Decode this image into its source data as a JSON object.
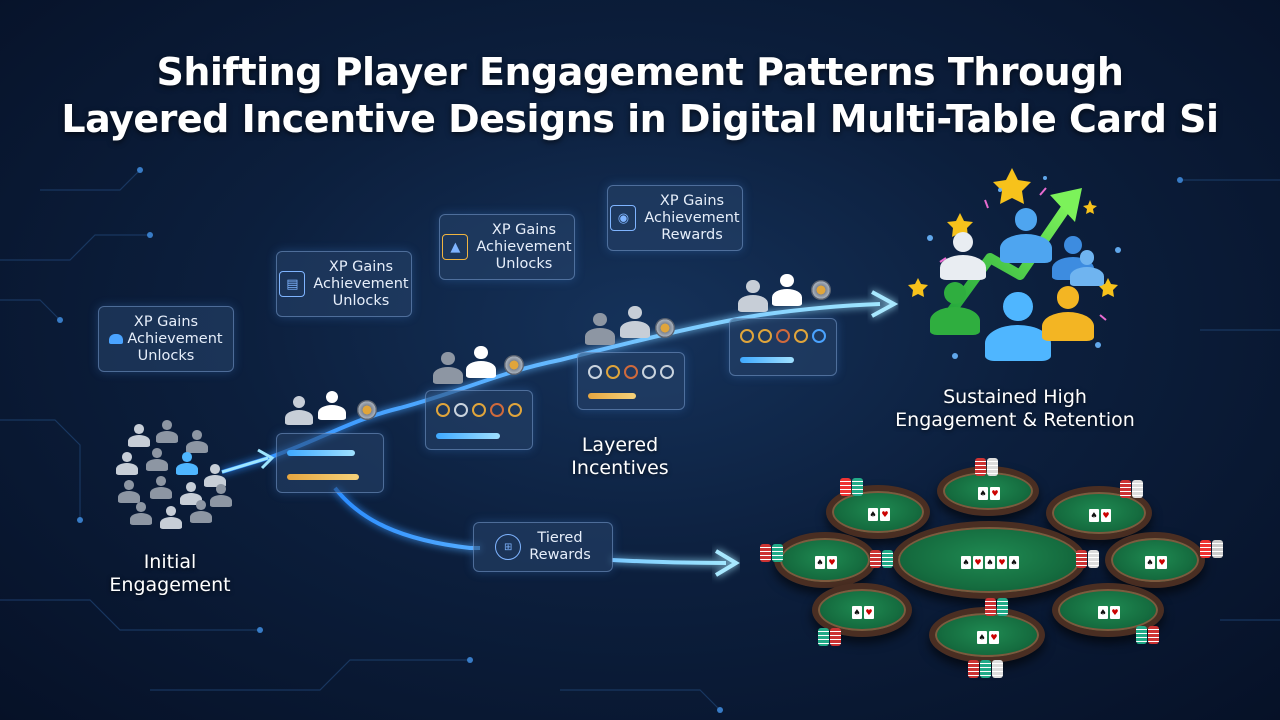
{
  "title": {
    "line1": "Shifting Player Engagement Patterns Through",
    "line2": "Layered Incentive Designs in Digital Multi-Table Card Si"
  },
  "panels": {
    "p1": {
      "lines": [
        "XP Gains",
        "Achievement",
        "Unlocks"
      ]
    },
    "p2": {
      "lines": [
        "XP Gains",
        "Achievement",
        "Unlocks"
      ]
    },
    "p3": {
      "lines": [
        "XP Gains",
        "Achievement",
        "Unlocks"
      ]
    },
    "p4": {
      "lines": [
        "XP Gains",
        "Achievement",
        "Rewards"
      ]
    },
    "tiered": {
      "lines": [
        "Tiered",
        "Rewards"
      ]
    }
  },
  "labels": {
    "initial": [
      "Initial",
      "Engagement"
    ],
    "layered": [
      "Layered",
      "Incentives"
    ],
    "sustained": [
      "Sustained High",
      "Engagement & Retention"
    ]
  },
  "colors": {
    "accent_blue": "#4fb6ff",
    "arrow_green": "#45d64a",
    "star_gold": "#f7c21b",
    "table_felt": "#1a7a48"
  },
  "icons": [
    "achievement-icon",
    "gear-badge-icon",
    "star-icon",
    "growth-arrow-icon",
    "playing-card-icon",
    "poker-chip-icon"
  ]
}
